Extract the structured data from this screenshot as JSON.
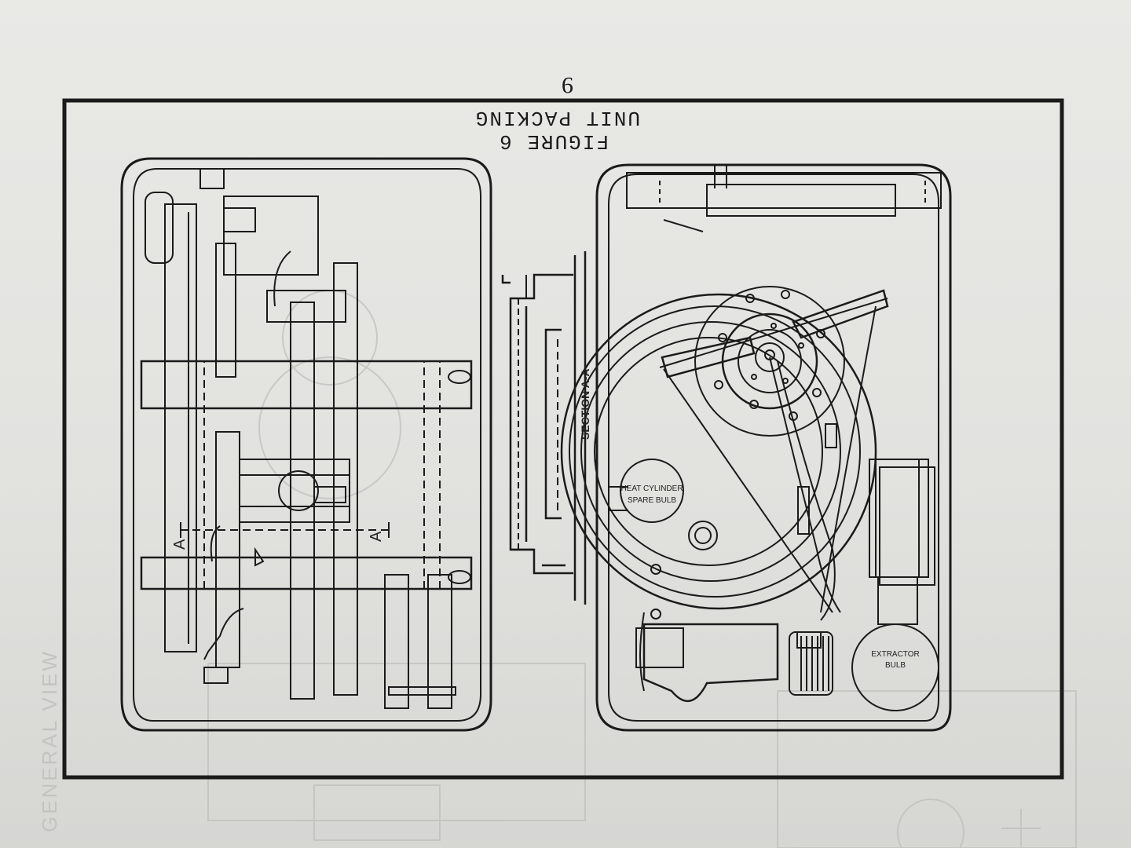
{
  "page": {
    "number": "9",
    "figure_title": "FIGURE 6",
    "figure_subtitle": "UNIT PACKING"
  },
  "labels": {
    "section": "SECTION A-A",
    "section_mark_1": "A",
    "section_mark_2": "A",
    "spare_bulb_line1": "SPARE BULB",
    "spare_bulb_line2": "HEAT CYLINDER",
    "bulb_extractor_line1": "BULB",
    "bulb_extractor_line2": "EXTRACTOR"
  },
  "bleed_through": {
    "side_text": "GENERAL VIEW"
  },
  "colors": {
    "ink": "#1b1b1b",
    "paper": "#e6e6e3",
    "bleed": "#b9b9b6"
  }
}
